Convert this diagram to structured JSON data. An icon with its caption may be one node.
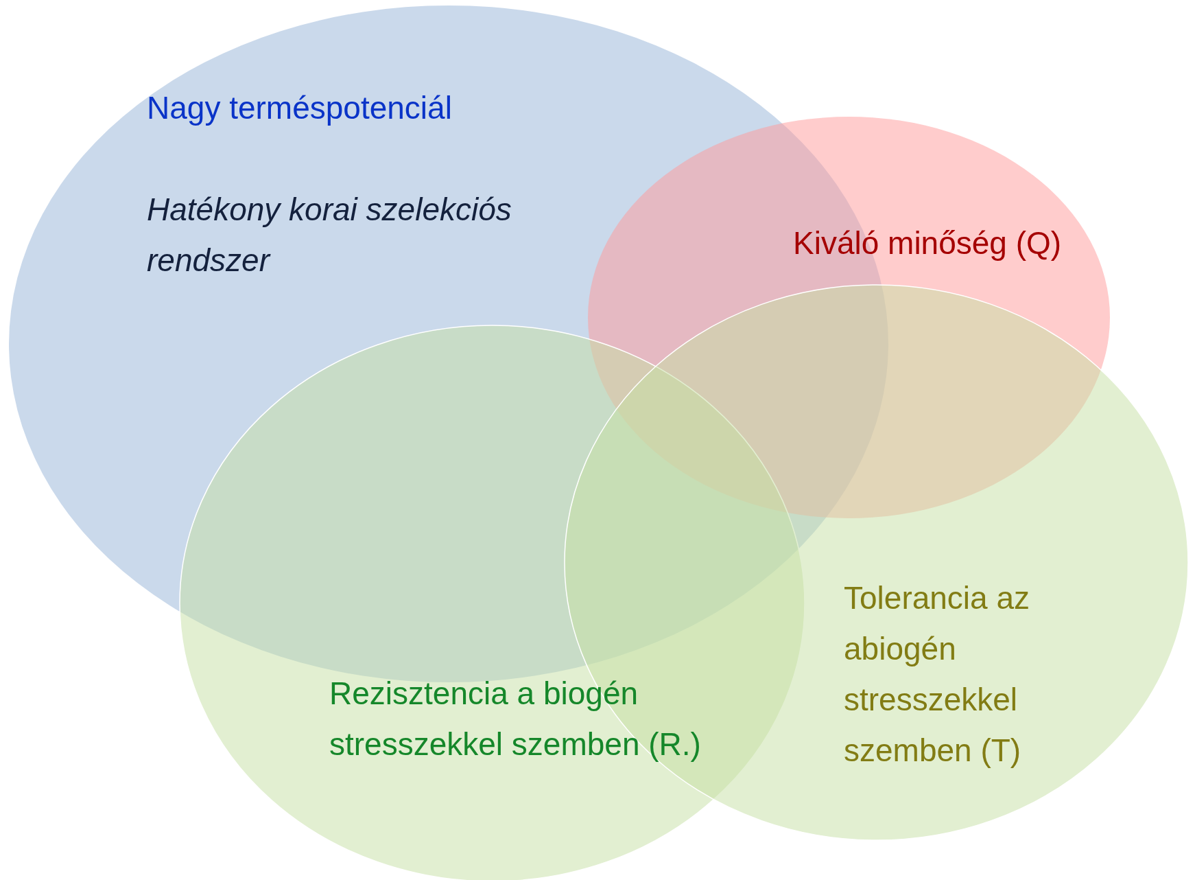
{
  "diagram": {
    "nodes": [
      {
        "text": [
          "Nagy terméspotenciál",
          "Hatékony korai szelekciós rendszer"
        ]
      },
      {
        "text": [
          "Kiváló minőség (Q)"
        ]
      },
      {
        "text": [
          "Rezisztencia a biogén stresszekkel szemben (R.)"
        ]
      },
      {
        "text": [
          "Tolerancia az abiogén stresszekkel szemben (T)"
        ]
      }
    ]
  }
}
